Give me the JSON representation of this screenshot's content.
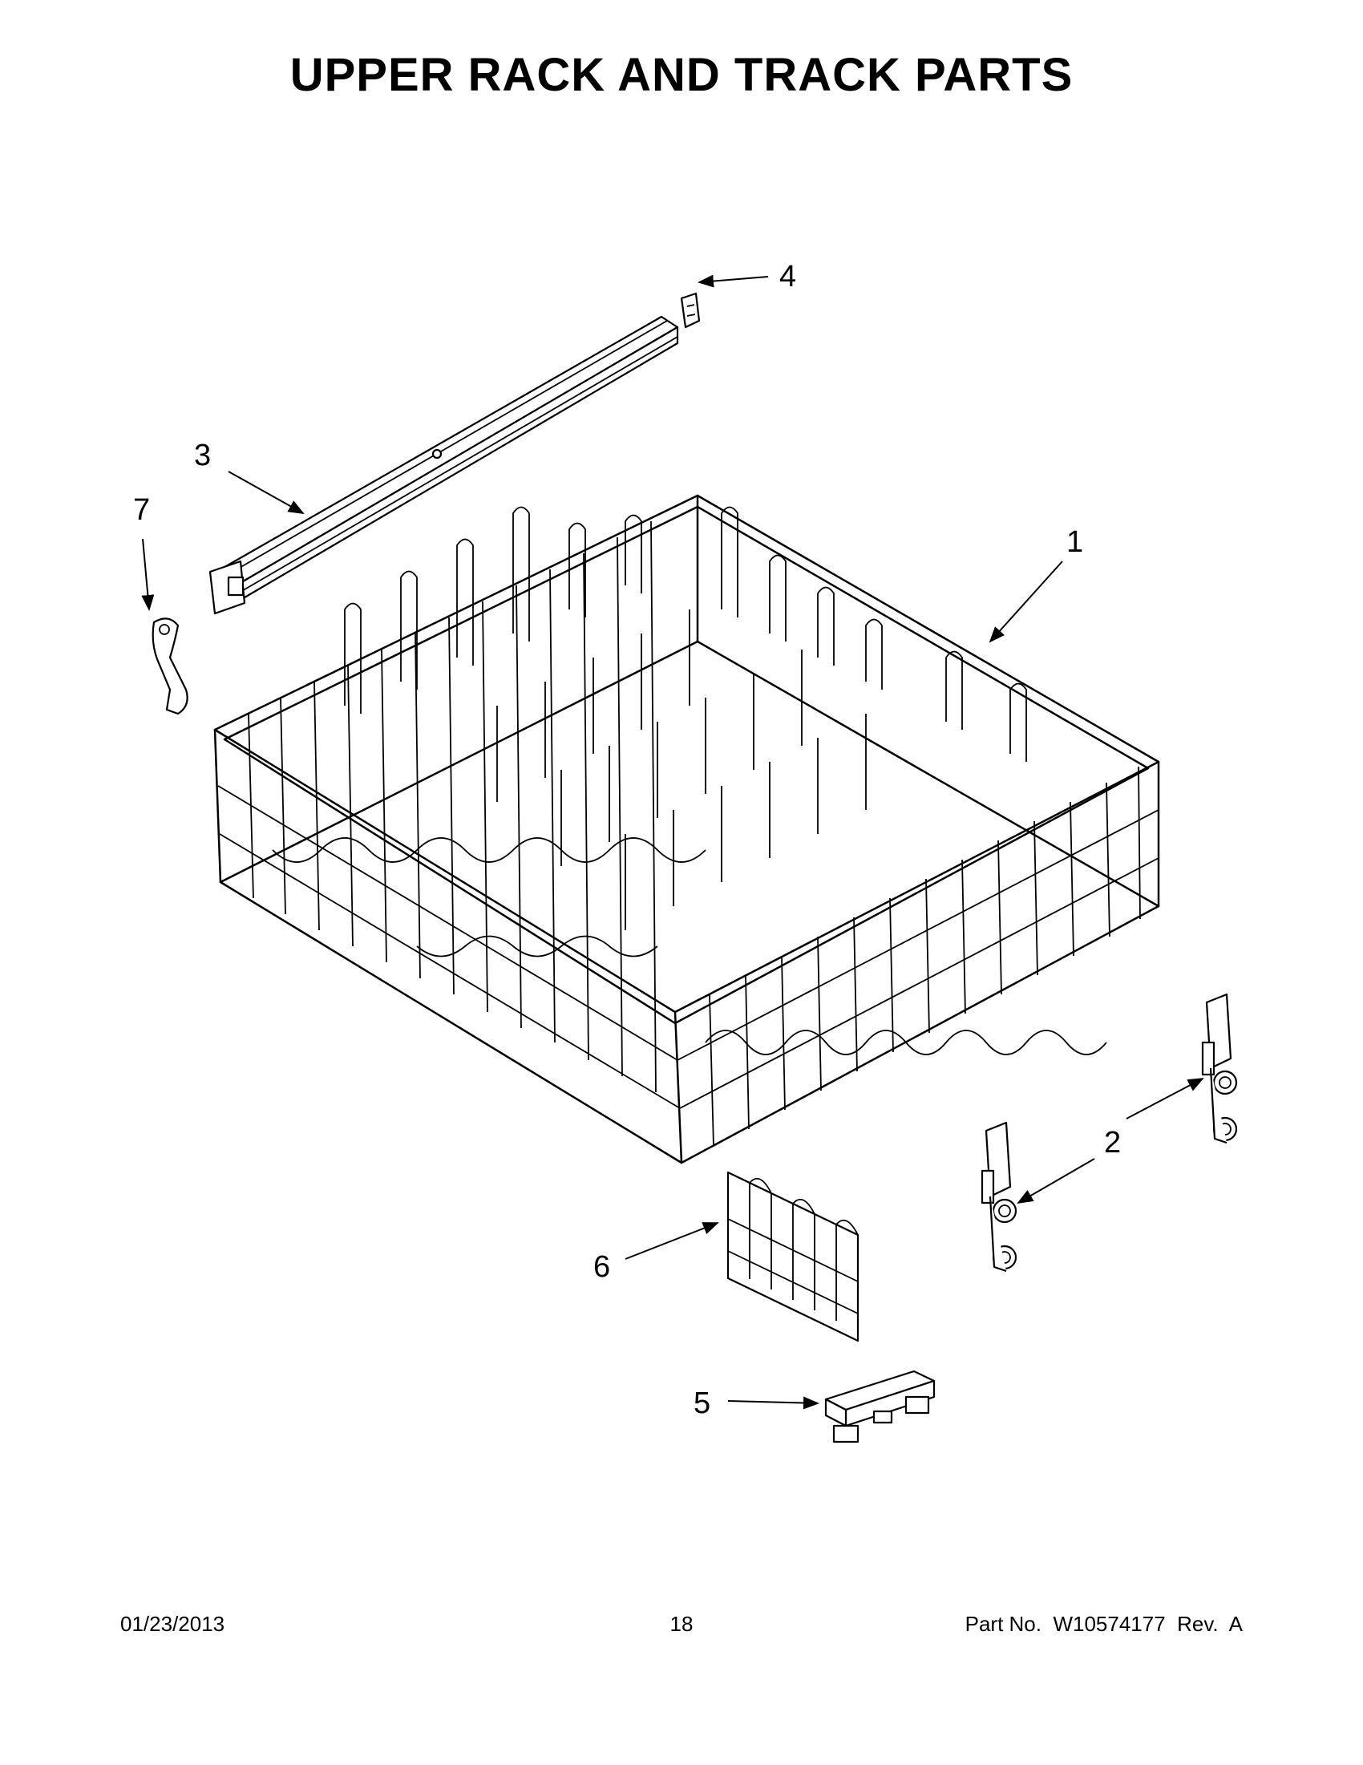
{
  "title": "UPPER RACK AND TRACK PARTS",
  "callouts": [
    {
      "id": "1",
      "label": "1"
    },
    {
      "id": "2",
      "label": "2"
    },
    {
      "id": "3",
      "label": "3"
    },
    {
      "id": "4",
      "label": "4"
    },
    {
      "id": "5",
      "label": "5"
    },
    {
      "id": "6",
      "label": "6"
    },
    {
      "id": "7",
      "label": "7"
    }
  ],
  "footer": {
    "date": "01/23/2013",
    "page": "18",
    "part_info": "Part No.  W10574177  Rev.  A"
  }
}
